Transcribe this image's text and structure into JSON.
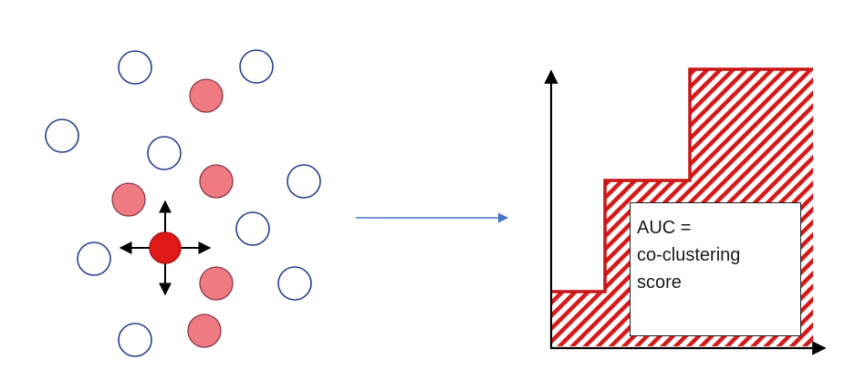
{
  "diagram": {
    "colors": {
      "open_circle_stroke": "#2b3f8c",
      "neighbor_fill": "#f07a82",
      "focus_fill": "#e01818",
      "arrow": "#000000",
      "flow_arrow": "#4472c4",
      "hatch": "#d61a1a"
    },
    "auc_label": {
      "lines": [
        "AUC =",
        "co-clustering",
        "score"
      ]
    }
  }
}
